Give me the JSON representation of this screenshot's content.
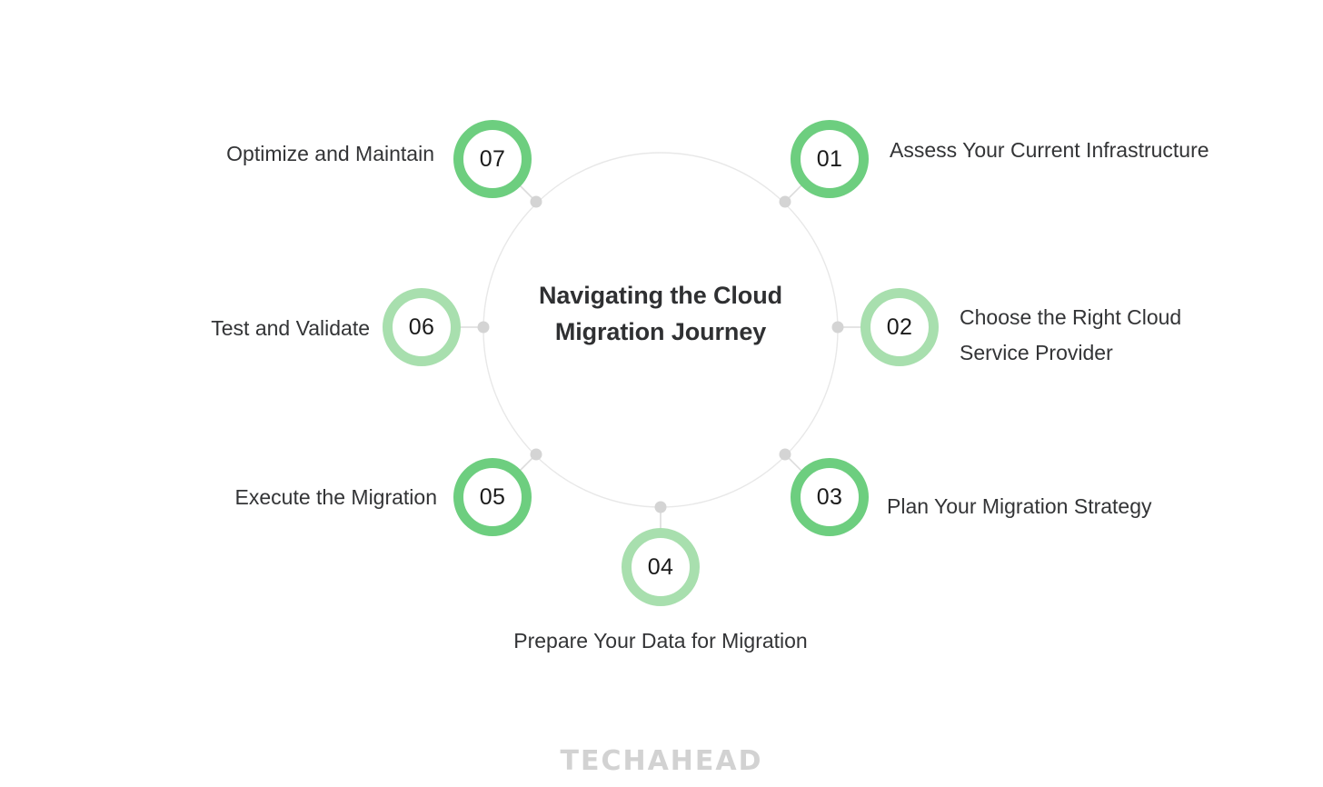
{
  "center": {
    "title": "Navigating the\nCloud Migration\nJourney"
  },
  "colors": {
    "ring_dark_green": "#6DCE7F",
    "ring_light_green": "#A8DFAE",
    "guide_circle": "#e8e8e8",
    "connector_dot": "#d4d4d4",
    "text": "#333436",
    "watermark": "#d2d2d2"
  },
  "steps": [
    {
      "number": "01",
      "label": "Assess Your Current Infrastructure",
      "tone": "dark"
    },
    {
      "number": "02",
      "label": "Choose the Right Cloud\nService Provider",
      "tone": "light"
    },
    {
      "number": "03",
      "label": "Plan Your Migration Strategy",
      "tone": "dark"
    },
    {
      "number": "04",
      "label": "Prepare Your Data for Migration",
      "tone": "light"
    },
    {
      "number": "05",
      "label": "Execute the Migration",
      "tone": "dark"
    },
    {
      "number": "06",
      "label": "Test and Validate",
      "tone": "light"
    },
    {
      "number": "07",
      "label": "Optimize and Maintain",
      "tone": "dark"
    }
  ],
  "watermark": {
    "text": "TECHAHEAD"
  }
}
